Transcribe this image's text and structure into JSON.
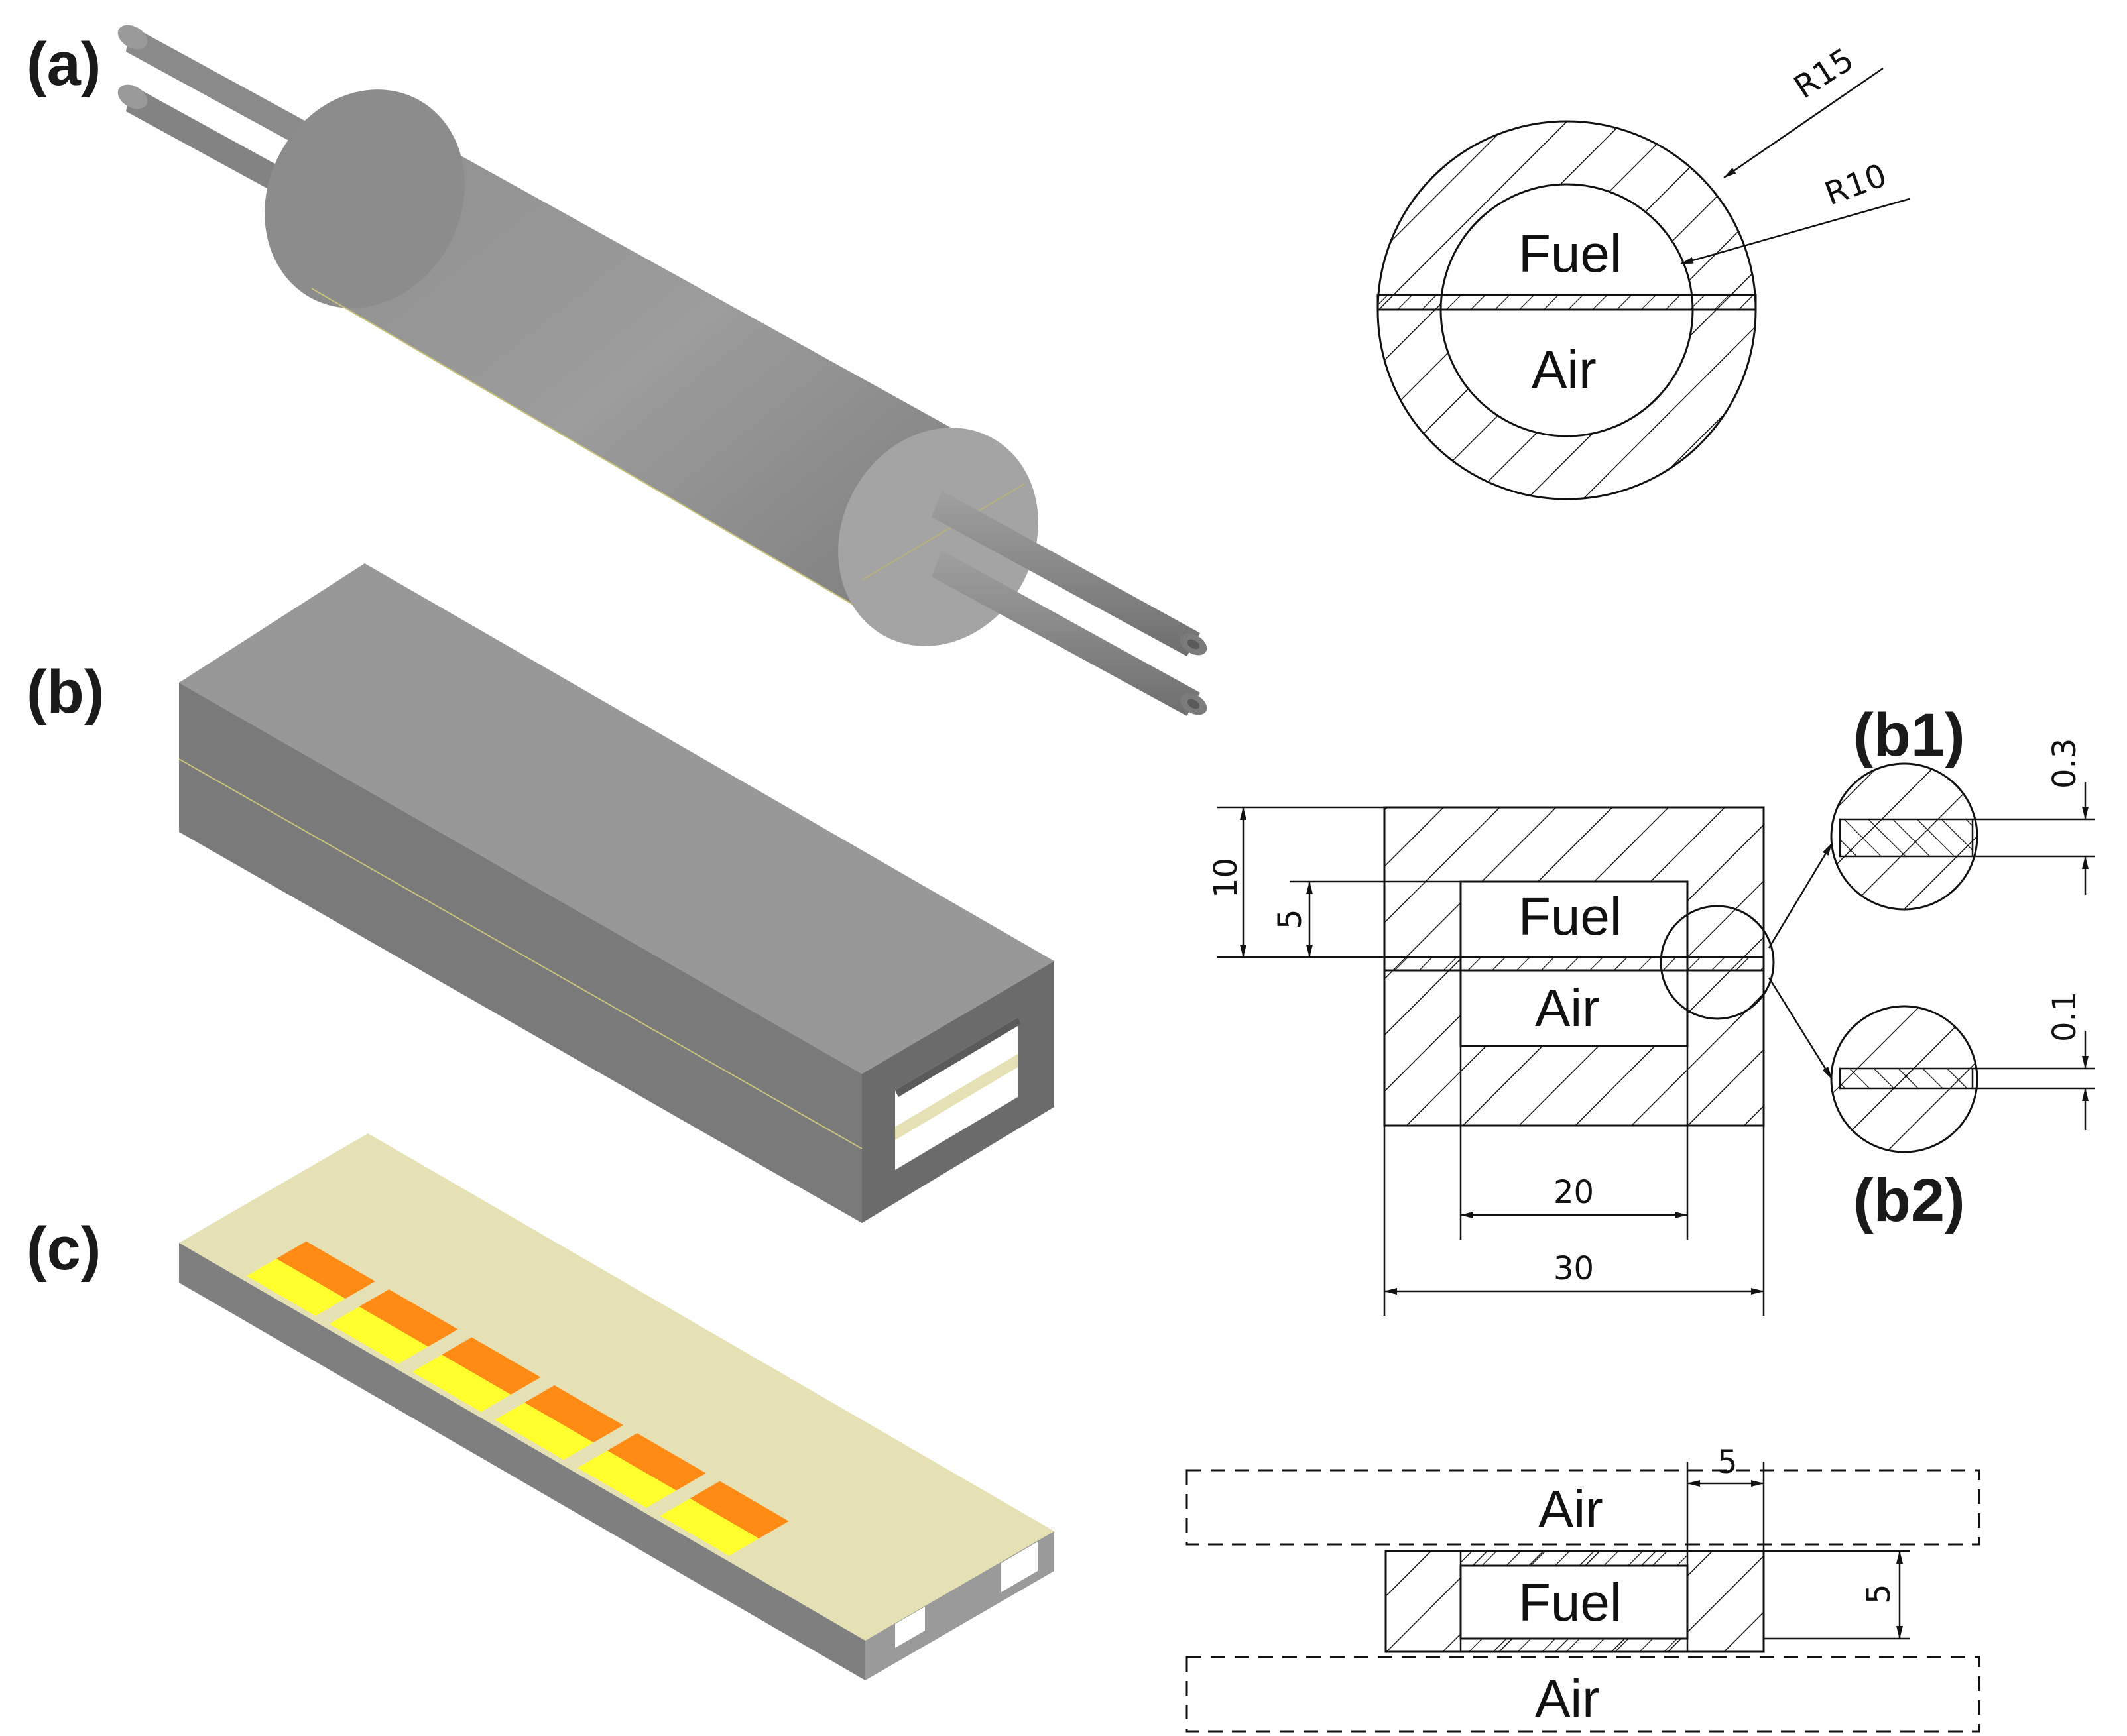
{
  "panels": {
    "a": "(a)",
    "b": "(b)",
    "c": "(c)",
    "b1": "(b1)",
    "b2": "(b2)"
  },
  "section_a": {
    "fuel": "Fuel",
    "air": "Air",
    "r_outer": "R15",
    "r_inner": "R10"
  },
  "section_b": {
    "fuel": "Fuel",
    "air": "Air",
    "dim_total_height": "10",
    "dim_channel_height": "5",
    "dim_channel_width": "20",
    "dim_total_width": "30",
    "dim_b1_thickness": "0.3",
    "dim_b2_thickness": "0.1"
  },
  "section_c": {
    "air_top": "Air",
    "fuel": "Fuel",
    "air_bottom": "Air",
    "dim_wall": "5",
    "dim_height": "5"
  },
  "colors": {
    "body_top": "#9a9a9a",
    "body_front": "#7d7d7d",
    "body_side": "#6b6b6b",
    "electrolyte": "#e6e1b4",
    "anode_orange": "#ff8a14",
    "cathode_yellow": "#ffff2e",
    "line": "#111111"
  }
}
